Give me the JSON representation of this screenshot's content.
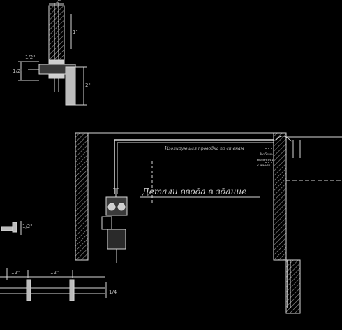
{
  "drawing": {
    "main_title": "Детали ввода в здание",
    "wire_note": "Изолирующая проводка по стенам",
    "right_note_lines": [
      "Кабель",
      "вывести",
      "с ввода"
    ],
    "dims_top": [
      "2\"",
      "1\"",
      "2\"",
      "1/2\"",
      "1/2\""
    ],
    "dims_bottom": [
      "12\"",
      "12\"",
      "1/4"
    ],
    "dim_left_small": "1/2\""
  },
  "colors": {
    "background": "#000000",
    "linework": "#d8d8d8",
    "hatch": "#9a9a9a"
  }
}
